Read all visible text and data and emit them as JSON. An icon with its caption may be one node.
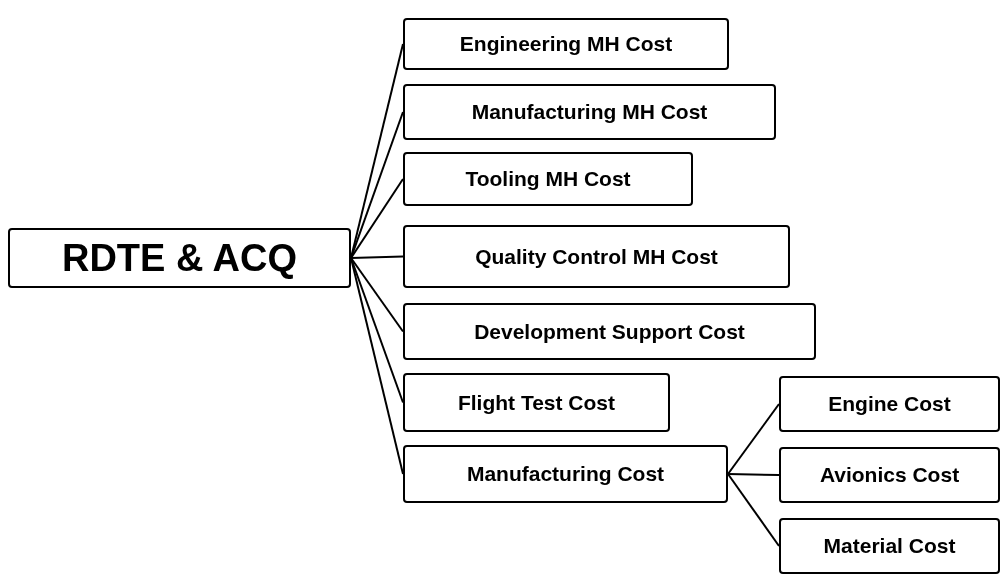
{
  "diagram": {
    "nodes": [
      {
        "text": [
          "RDTE & ACQ"
        ]
      },
      {
        "text": [
          "Engineering MH Cost"
        ]
      },
      {
        "text": [
          "Manufacturing MH Cost"
        ]
      },
      {
        "text": [
          "Tooling MH Cost"
        ]
      },
      {
        "text": [
          "Quality Control MH Cost"
        ]
      },
      {
        "text": [
          "Development Support Cost"
        ]
      },
      {
        "text": [
          "Flight Test Cost"
        ]
      },
      {
        "text": [
          "Manufacturing Cost"
        ]
      },
      {
        "text": [
          "Engine Cost"
        ]
      },
      {
        "text": [
          "Avionics Cost"
        ]
      },
      {
        "text": [
          "Material Cost"
        ]
      }
    ],
    "edges": [
      {
        "from": 0,
        "to": 1,
        "arrow": "none"
      },
      {
        "from": 0,
        "to": 2,
        "arrow": "none"
      },
      {
        "from": 0,
        "to": 3,
        "arrow": "none"
      },
      {
        "from": 0,
        "to": 4,
        "arrow": "none"
      },
      {
        "from": 0,
        "to": 5,
        "arrow": "none"
      },
      {
        "from": 0,
        "to": 6,
        "arrow": "none"
      },
      {
        "from": 0,
        "to": 7,
        "arrow": "none"
      },
      {
        "from": 7,
        "to": 8,
        "arrow": "none"
      },
      {
        "from": 7,
        "to": 9,
        "arrow": "none"
      },
      {
        "from": 7,
        "to": 10,
        "arrow": "none"
      }
    ]
  }
}
